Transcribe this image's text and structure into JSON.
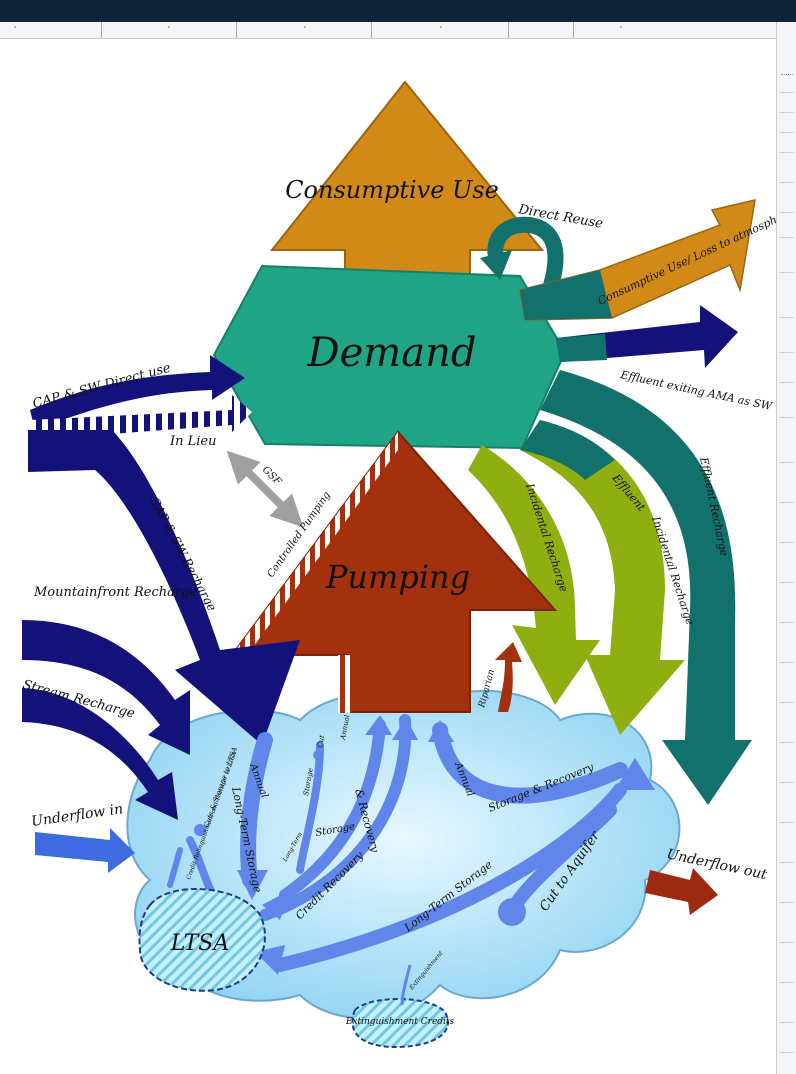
{
  "diagram": {
    "nodes": {
      "consumptive_use": "Consumptive Use",
      "demand": "Demand",
      "pumping": "Pumping",
      "ltsa": "LTSA",
      "extinguishment_credits": "Extinguishment Credits"
    },
    "flows": {
      "direct_reuse": "Direct Reuse",
      "consumptive_loss": "Consumptive Use/ Loss to atmosphere",
      "effluent_exiting": "Effluent exiting AMA as SW",
      "cap_sw_direct_use": "CAP & SW Direct use",
      "in_lieu": "In Lieu",
      "gsf": "GSF",
      "cap_sw_recharge": "CAP & SW Recharge",
      "controlled_pumping": "Controlled Pumping",
      "mountainfront_recharge": "Mountainfront Recharge",
      "stream_recharge": "Stream Recharge",
      "incidental_recharge": "Incidental Recharge",
      "effluent": "Effluent",
      "effluent_incidental_recharge": "Incidental Recharge",
      "effluent_recharge": "Effluent Recharge",
      "riparian": "Riparian",
      "underflow_in": "Underflow in",
      "underflow_out": "Underflow out",
      "cuts_storage_ltsa": "Cuts & Storage to LTSA",
      "credit_relinquishment": "Credit Relinquishment and Transfer to LTSA",
      "long_term_storage_left": "Long-Term Storage",
      "annual_1": "Annual",
      "storage_small": "Storage",
      "cut_small": "Cut",
      "annual_small": "Annual",
      "storage_mid": "Storage",
      "recovery_mid": "& Recovery",
      "annual_2": "Annual",
      "storage_recovery_right": "Storage & Recovery",
      "long_term_small": "Long-Term",
      "credit_recovery": "Credit Recovery",
      "long_term_storage_right": "Long-Term Storage",
      "cut_to_aquifer": "Cut to Aquifer",
      "extinguishment_small": "Extinguishment"
    },
    "colors": {
      "consumptive_use": "#d18a17",
      "demand": "#1fa585",
      "pumping": "#a3310d",
      "cap_blue": "#12127a",
      "teal": "#12706d",
      "green": "#8fae0f",
      "aquifer": "#bfe8fb",
      "aquifer_flow": "#5f86e8",
      "underflow_in": "#3f6be0",
      "underflow_out": "#9b2a10",
      "gsf": "#a0a0a0"
    }
  }
}
